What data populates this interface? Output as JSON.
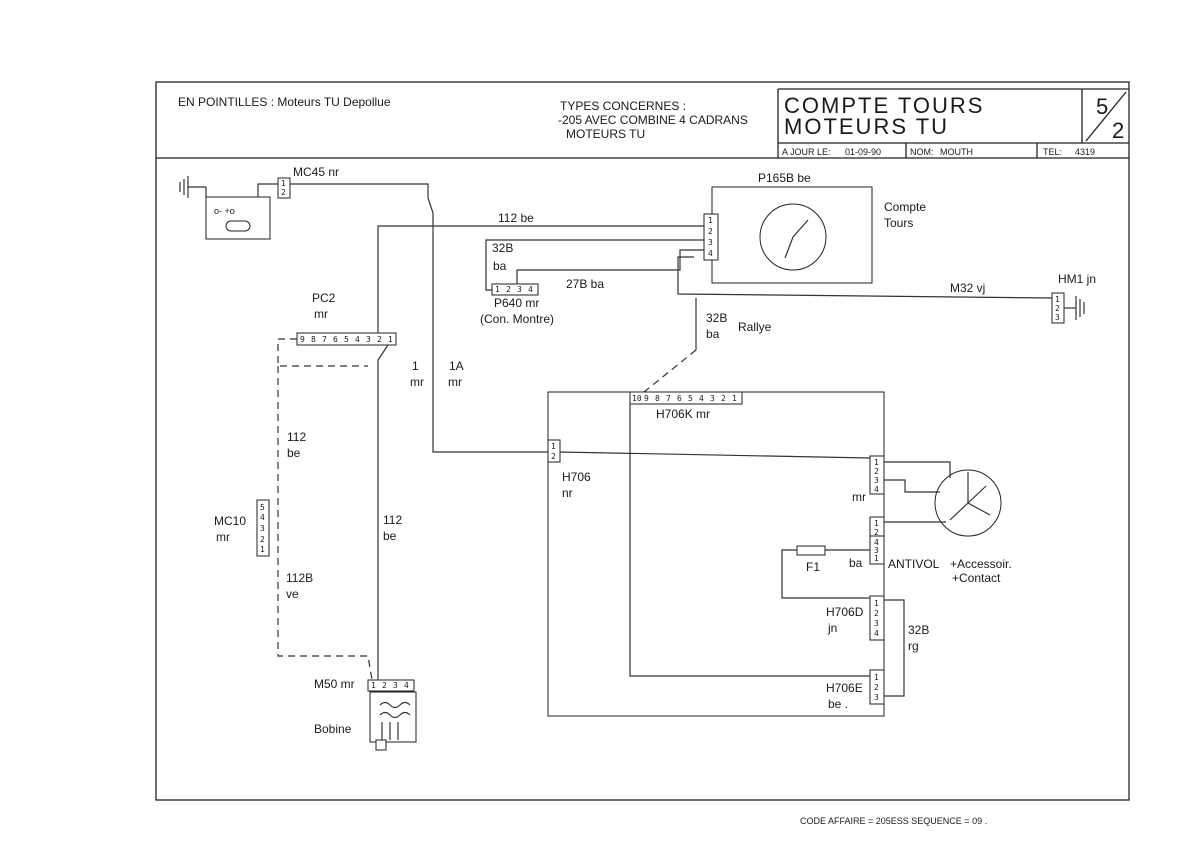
{
  "header": {
    "note": "EN POINTILLES : Moteurs TU Depollue",
    "types_title": "TYPES CONCERNES :",
    "types_line1": "-205 AVEC COMBINE 4 CADRANS",
    "types_line2": "MOTEURS TU",
    "title_line1": "COMPTE TOURS",
    "title_line2": "MOTEURS TU",
    "page_num": "5",
    "page_den": "2",
    "date_label": "A JOUR LE:",
    "date_value": "01-09-90",
    "nom_label": "NOM:",
    "nom_value": "MOUTH",
    "tel_label": "TEL:",
    "tel_value": "4319"
  },
  "footer": {
    "code": "CODE AFFAIRE = 205ESS SEQUENCE = 09 ."
  },
  "connectors": {
    "mc45": {
      "label": "MC45 nr",
      "pins": [
        "1",
        "2"
      ]
    },
    "p165b": {
      "label": "P165B be",
      "pins": [
        "1",
        "2",
        "3",
        "4"
      ]
    },
    "compte_tours": {
      "line1": "Compte",
      "line2": "Tours"
    },
    "hm1": {
      "label": "HM1 jn",
      "pins": [
        "1",
        "2",
        "3"
      ]
    },
    "pc2": {
      "label": "PC2",
      "color": "mr",
      "pins": [
        "9",
        "8",
        "7",
        "6",
        "5",
        "4",
        "3",
        "2",
        "1"
      ]
    },
    "p640": {
      "label": "P640 mr",
      "sublabel": "(Con. Montre)",
      "pins": [
        "1",
        "2",
        "3",
        "4"
      ]
    },
    "h706k": {
      "label": "H706K mr",
      "pins": [
        "10",
        "9",
        "8",
        "7",
        "6",
        "5",
        "4",
        "3",
        "2",
        "1"
      ]
    },
    "h706": {
      "label": "H706",
      "color": "nr",
      "pins": [
        "1",
        "2"
      ]
    },
    "mr_right": {
      "label": "mr",
      "pins": [
        "1",
        "2",
        "3",
        "4"
      ]
    },
    "antivol": {
      "label": "ANTIVOL",
      "accessoir": "+Accessoir.",
      "contact": "+Contact",
      "pins_top": [
        "1",
        "2"
      ],
      "pins_bottom": [
        "4",
        "3",
        "1"
      ]
    },
    "f1": {
      "label": "F1",
      "color": "ba"
    },
    "h706d": {
      "label": "H706D",
      "color": "jn",
      "pins": [
        "1",
        "2",
        "3",
        "4"
      ]
    },
    "h706e": {
      "label": "H706E",
      "color": "be .",
      "pins": [
        "1",
        "2",
        "3"
      ]
    },
    "mc10": {
      "label": "MC10",
      "color": "mr",
      "pins": [
        "5",
        "4",
        "3",
        "2",
        "1"
      ]
    },
    "m50": {
      "label": "M50 mr",
      "pins": [
        "1",
        "2",
        "3",
        "4"
      ]
    },
    "bobine": {
      "label": "Bobine"
    }
  },
  "wires": {
    "w112be_top": "112 be",
    "w32b_top": "32B",
    "w32b_top_color": "ba",
    "w27b": "27B ba",
    "m32": "M32 vj",
    "w32b_rallye": "32B",
    "w32b_rallye_color": "ba",
    "rallye": "Rallye",
    "w1": "1",
    "w1_color": "mr",
    "w1a": "1A",
    "w1a_color": "mr",
    "w112_dash": "112",
    "w112_dash_color": "be",
    "w112_mid": "112",
    "w112_mid_color": "be",
    "w112b": "112B",
    "w112b_color": "ve",
    "w32b_rg": "32B",
    "w32b_rg_color": "rg"
  }
}
